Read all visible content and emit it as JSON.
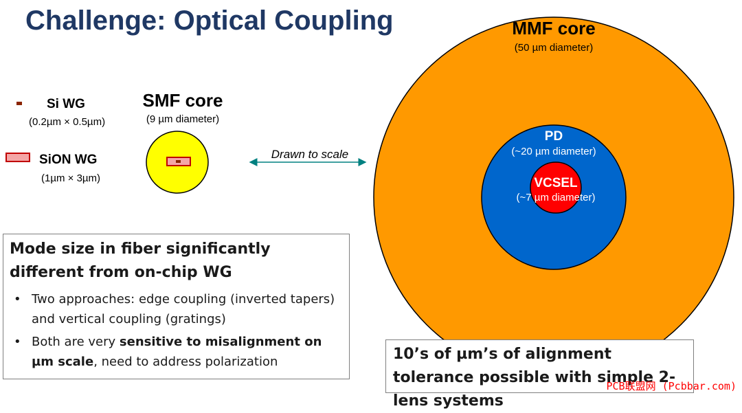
{
  "title": "Challenge: Optical Coupling",
  "legend": {
    "si_wg": {
      "name": "Si WG",
      "dims": "(0.2µm × 0.5µm)"
    },
    "sion_wg": {
      "name": "SiON WG",
      "dims": "(1µm × 3µm)"
    }
  },
  "smf": {
    "name": "SMF core",
    "dims": "(9 µm diameter)"
  },
  "scale_note": "Drawn to scale",
  "mmf": {
    "name": "MMF core",
    "dims": "(50 µm diameter)"
  },
  "pd": {
    "name": "PD",
    "dims": "(~20 µm diameter)"
  },
  "vcsel": {
    "name": "VCSEL",
    "dims": "(~7 µm diameter)"
  },
  "colors": {
    "mmf_fill": "#ff9900",
    "pd_fill": "#0066cc",
    "vcsel_fill": "#ff0000",
    "smf_fill": "#ffff00",
    "sion_fill": "#f4a6a6",
    "sion_border": "#c00000",
    "si_fill": "#8b2500",
    "arrow": "#008080",
    "title": "#1f3864"
  },
  "box1": {
    "heading": "Mode size in fiber significantly different from on-chip WG",
    "bullets": [
      {
        "text": "Two approaches: edge coupling (inverted tapers) and vertical coupling (gratings)"
      },
      {
        "before": "Both are very ",
        "bold": "sensitive to misalignment on µm scale",
        "after": ", need to address polarization"
      }
    ]
  },
  "box2": {
    "text": "10’s of µm’s of alignment tolerance possible with simple 2-lens systems"
  },
  "watermark": "PCB联盟网 (Pcbbar.com)"
}
